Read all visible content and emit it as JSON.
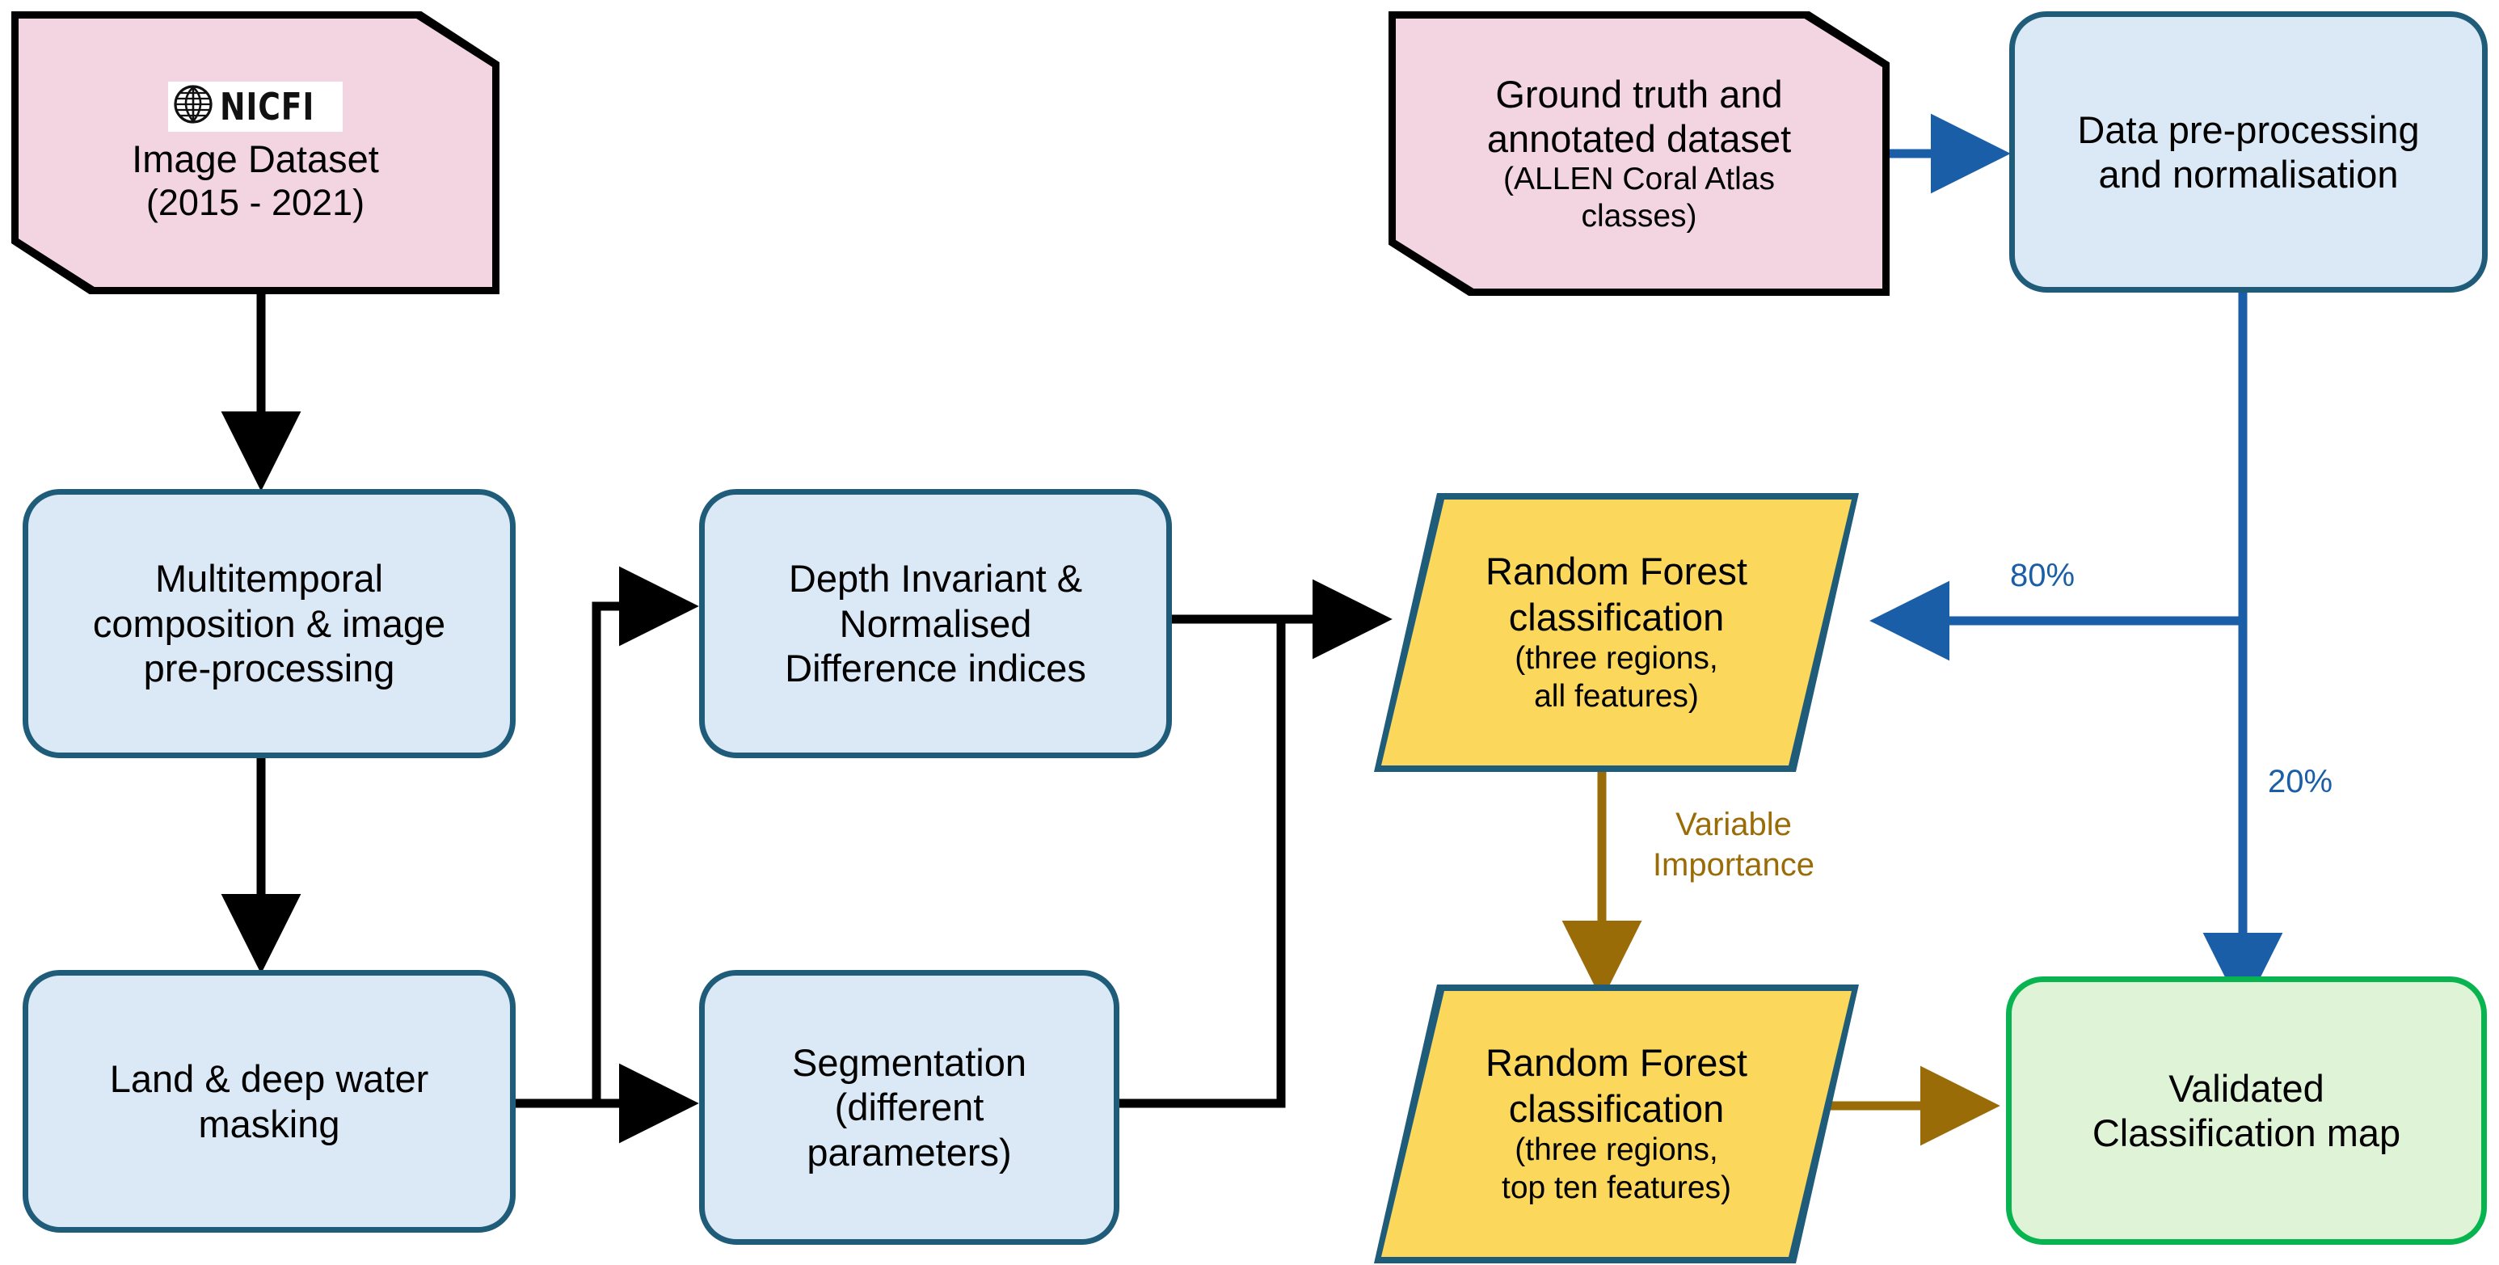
{
  "diagram": {
    "title": "Coral reef habitat mapping methodology flowchart",
    "colors": {
      "process_fill": "#DBE9F6",
      "process_border": "#1F5C7A",
      "data_fill": "#F3D4E1",
      "data_border": "#000000",
      "decision_fill": "#FBD75B",
      "decision_border": "#1F5C7A",
      "result_fill": "#DFF3D7",
      "result_border": "#07B44F",
      "edge_black": "#000000",
      "edge_blue": "#1B5EA8",
      "edge_gold": "#9A6C07"
    }
  },
  "nodes": {
    "image_dataset": {
      "logo_text": "NICFI",
      "logo_icon": "nicfi-globe-leaf-icon",
      "line1": "Image Dataset",
      "line2": "(2015 - 2021)",
      "shape": "data",
      "type": "input-data"
    },
    "ground_truth": {
      "line1": "Ground truth and",
      "line2": "annotated dataset",
      "line3": "(ALLEN Coral Atlas",
      "line4": "classes)",
      "shape": "data",
      "type": "input-data"
    },
    "data_preprocessing": {
      "line1": "Data pre-processing",
      "line2": "and normalisation",
      "shape": "process"
    },
    "multitemporal": {
      "line1": "Multitemporal",
      "line2": "composition & image",
      "line3": "pre-processing",
      "shape": "process"
    },
    "land_masking": {
      "line1": "Land & deep water",
      "line2": "masking",
      "shape": "process"
    },
    "depth_indices": {
      "line1": "Depth Invariant &",
      "line2": "Normalised",
      "line3": "Difference indices",
      "shape": "process"
    },
    "segmentation": {
      "line1": "Segmentation",
      "line2": "(different",
      "line3": "parameters)",
      "shape": "process"
    },
    "rf_all_features": {
      "line1": "Random Forest",
      "line2": "classification",
      "line3": "(three regions,",
      "line4": "all features)",
      "shape": "parallelogram"
    },
    "rf_top_ten": {
      "line1": "Random Forest",
      "line2": "classification",
      "line3": "(three regions,",
      "line4": "top ten features)",
      "shape": "parallelogram"
    },
    "validated_map": {
      "line1": "Validated",
      "line2": "Classification map",
      "shape": "result"
    }
  },
  "edge_labels": {
    "train_split": "80%",
    "test_split": "20%",
    "variable_importance_line1": "Variable",
    "variable_importance_line2": "Importance"
  }
}
